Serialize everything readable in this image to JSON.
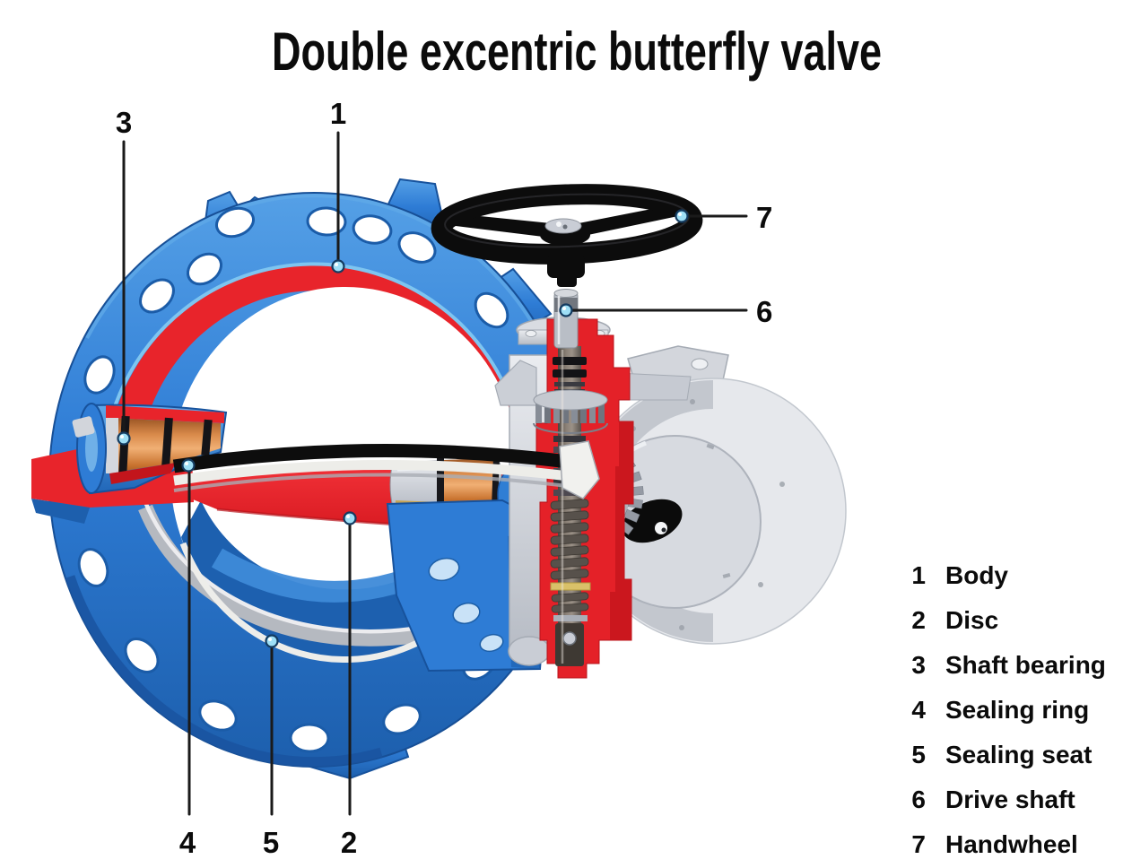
{
  "title": "Double excentric butterfly valve",
  "legend": {
    "items": [
      {
        "number": "1",
        "label": "Body"
      },
      {
        "number": "2",
        "label": "Disc"
      },
      {
        "number": "3",
        "label": "Shaft bearing"
      },
      {
        "number": "4",
        "label": "Sealing ring"
      },
      {
        "number": "5",
        "label": "Sealing seat"
      },
      {
        "number": "6",
        "label": "Drive shaft"
      },
      {
        "number": "7",
        "label": "Handwheel"
      }
    ]
  },
  "colors": {
    "body_blue": "#2e7cd5",
    "cut_red": "#e42128",
    "bearing_copper": "#d98a4a",
    "metal_gray": "#c9cdd5",
    "handwheel_black": "#0c0c0c",
    "seat_white": "#ededea",
    "callout_dot_cyan": "#9edff6"
  }
}
